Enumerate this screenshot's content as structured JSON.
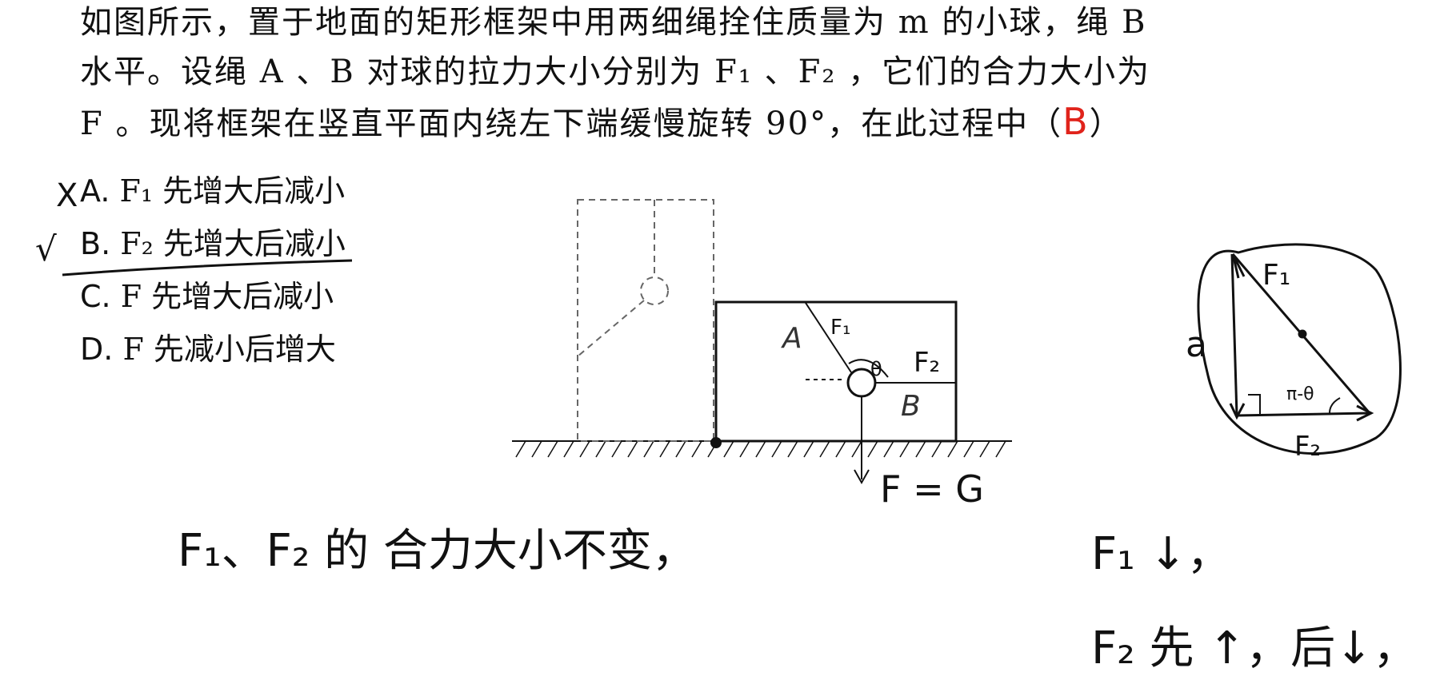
{
  "question": {
    "line1": "如图所示，置于地面的矩形框架中用两细绳拴住质量为 m 的小球，绳 B",
    "line2": "水平。设绳 A 、B 对球的拉力大小分别为 F₁ 、F₂ ，它们的合力大小为",
    "line3_before": "F 。现将框架在竖直平面内绕左下端缓慢旋转 90°，在此过程中（",
    "answer_mark": "B",
    "line3_after": "）"
  },
  "options": [
    {
      "letter": "A.",
      "text": "F₁ 先增大后减小",
      "mark": "X"
    },
    {
      "letter": "B.",
      "text": "F₂ 先增大后减小",
      "mark": "√"
    },
    {
      "letter": "C.",
      "text": "F 先增大后减小",
      "mark": ""
    },
    {
      "letter": "D.",
      "text": "F 先减小后增大",
      "mark": ""
    }
  ],
  "figure": {
    "rope_a_label": "A",
    "rope_b_label": "B",
    "f1_label": "F₁",
    "f2_label": "F₂",
    "theta_label": "θ",
    "force_label": "F = G"
  },
  "notes": {
    "resultant_note": "F₁、F₂ 的 合力大小不变，",
    "circle_a": "a",
    "circle_f1": "F₁",
    "circle_f2": "F₂",
    "circle_angle": "π-θ",
    "conclusion_f1": "F₁ ↓，",
    "conclusion_f2": "F₂ 先 ↑，后↓，"
  },
  "colors": {
    "ink": "#111111",
    "answer": "#e0231b"
  }
}
